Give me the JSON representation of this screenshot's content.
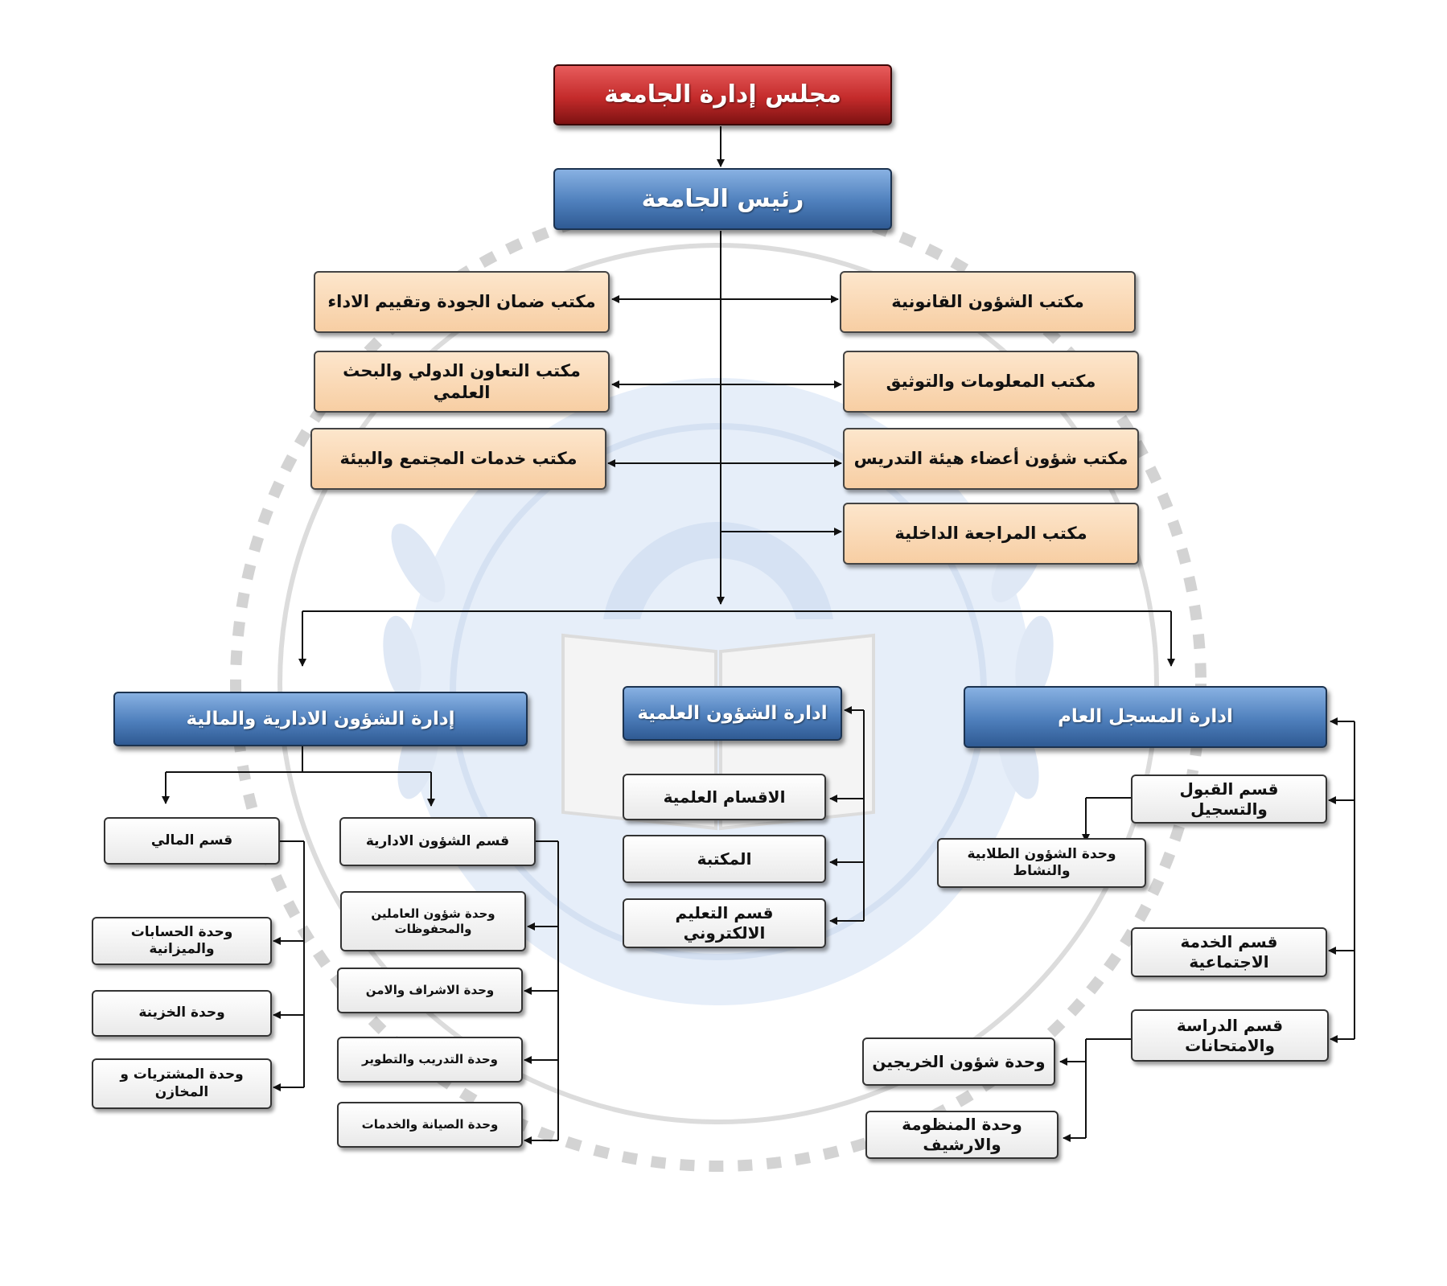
{
  "board": "مجلس إدارة الجامعة",
  "president": "رئيس الجامعة",
  "offices": {
    "quality": "مكتب ضمان الجودة وتقييم الاداء",
    "legal": "مكتب الشؤون القانونية",
    "cooperation": "مكتب التعاون الدولي والبحث العلمي",
    "information": "مكتب المعلومات والتوثيق",
    "community": "مكتب خدمات المجتمع والبيئة",
    "faculty": "مكتب شؤون  أعضاء هيئة التدريس",
    "audit": "مكتب المراجعة الداخلية"
  },
  "admin_finance": {
    "title": "إدارة الشؤون الادارية والمالية",
    "finance": "قسم المالي",
    "accounts": "وحدة الحسابات والميزانية",
    "treasury": "وحدة الخزينة",
    "procurement": "وحدة المشتريات و المخازن",
    "admin": "قسم الشؤون الادارية",
    "employees": "وحدة شؤون العاملين والمحفوظات",
    "security": "وحدة الاشراف والامن",
    "training": "وحدة التدريب والتطوير",
    "maintenance": "وحدة الصيانة والخدمات"
  },
  "academic": {
    "title": "ادارة الشؤون العلمية",
    "departments": "الاقسام العلمية",
    "library": "المكتبة",
    "elearning": "قسم التعليم الالكتروني"
  },
  "registrar": {
    "title": "ادارة المسجل العام",
    "admission": "قسم القبول والتسجيل",
    "student_affairs": "وحدة الشؤون الطلابية والنشاط",
    "social": "قسم الخدمة الاجتماعية",
    "exams": "قسم الدراسة والامتحانات",
    "graduates": "وحدة شؤون الخريجين",
    "archive": "وحدة المنظومة والارشيف"
  }
}
